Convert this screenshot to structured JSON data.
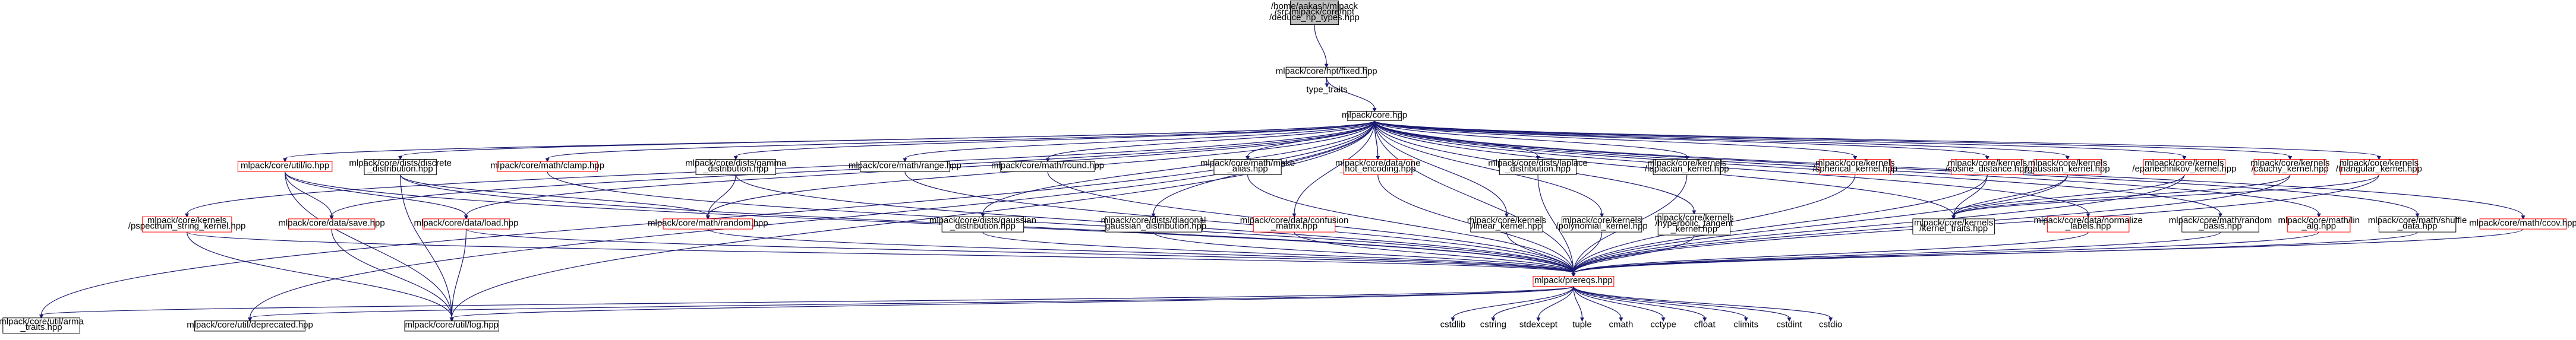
{
  "colors": {
    "edge": "#191970",
    "root_fill": "#bfbfbf",
    "node_stroke": "#000000",
    "unexpanded_stroke": "#ff0000",
    "system_text": "#000000"
  },
  "nodes": [
    {
      "id": "root",
      "lines": [
        "/home/aakash/mlpack",
        "/src/mlpack/core/hpt",
        "/deduce_hp_types.hpp"
      ],
      "kind": "root"
    },
    {
      "id": "fixed",
      "lines": [
        "mlpack/core/hpt/fixed.hpp"
      ],
      "kind": "normal"
    },
    {
      "id": "type_traits",
      "lines": [
        "type_traits"
      ],
      "kind": "system"
    },
    {
      "id": "core",
      "lines": [
        "mlpack/core.hpp"
      ],
      "kind": "normal"
    },
    {
      "id": "util_io",
      "lines": [
        "mlpack/core/util/io.hpp"
      ],
      "kind": "red"
    },
    {
      "id": "discrete",
      "lines": [
        "mlpack/core/dists/discrete",
        "_distribution.hpp"
      ],
      "kind": "normal"
    },
    {
      "id": "clamp",
      "lines": [
        "mlpack/core/math/clamp.hpp"
      ],
      "kind": "red"
    },
    {
      "id": "gamma",
      "lines": [
        "mlpack/core/dists/gamma",
        "_distribution.hpp"
      ],
      "kind": "normal"
    },
    {
      "id": "range",
      "lines": [
        "mlpack/core/math/range.hpp"
      ],
      "kind": "normal"
    },
    {
      "id": "round",
      "lines": [
        "mlpack/core/math/round.hpp"
      ],
      "kind": "normal"
    },
    {
      "id": "make_alias",
      "lines": [
        "mlpack/core/math/make",
        "_alias.hpp"
      ],
      "kind": "normal"
    },
    {
      "id": "one_hot",
      "lines": [
        "mlpack/core/data/one",
        "_hot_encoding.hpp"
      ],
      "kind": "red"
    },
    {
      "id": "laplace",
      "lines": [
        "mlpack/core/dists/laplace",
        "_distribution.hpp"
      ],
      "kind": "normal"
    },
    {
      "id": "laplacian",
      "lines": [
        "mlpack/core/kernels",
        "/laplacian_kernel.hpp"
      ],
      "kind": "normal"
    },
    {
      "id": "spherical",
      "lines": [
        "mlpack/core/kernels",
        "/spherical_kernel.hpp"
      ],
      "kind": "red"
    },
    {
      "id": "cosine",
      "lines": [
        "mlpack/core/kernels",
        "/cosine_distance.hpp"
      ],
      "kind": "red"
    },
    {
      "id": "gaussian_k",
      "lines": [
        "mlpack/core/kernels",
        "/gaussian_kernel.hpp"
      ],
      "kind": "red"
    },
    {
      "id": "epanechnikov",
      "lines": [
        "mlpack/core/kernels",
        "/epanechnikov_kernel.hpp"
      ],
      "kind": "red"
    },
    {
      "id": "cauchy",
      "lines": [
        "mlpack/core/kernels",
        "/cauchy_kernel.hpp"
      ],
      "kind": "red"
    },
    {
      "id": "triangular",
      "lines": [
        "mlpack/core/kernels",
        "/triangular_kernel.hpp"
      ],
      "kind": "red"
    },
    {
      "id": "pspectrum",
      "lines": [
        "mlpack/core/kernels",
        "/pspectrum_string_kernel.hpp"
      ],
      "kind": "red"
    },
    {
      "id": "save",
      "lines": [
        "mlpack/core/data/save.hpp"
      ],
      "kind": "red"
    },
    {
      "id": "load",
      "lines": [
        "mlpack/core/data/load.hpp"
      ],
      "kind": "red"
    },
    {
      "id": "random",
      "lines": [
        "mlpack/core/math/random.hpp"
      ],
      "kind": "red"
    },
    {
      "id": "gaussian_d",
      "lines": [
        "mlpack/core/dists/gaussian",
        "_distribution.hpp"
      ],
      "kind": "normal"
    },
    {
      "id": "diag_gauss",
      "lines": [
        "mlpack/core/dists/diagonal",
        "_gaussian_distribution.hpp"
      ],
      "kind": "normal"
    },
    {
      "id": "confusion",
      "lines": [
        "mlpack/core/data/confusion",
        "_matrix.hpp"
      ],
      "kind": "red"
    },
    {
      "id": "linear",
      "lines": [
        "mlpack/core/kernels",
        "/linear_kernel.hpp"
      ],
      "kind": "normal"
    },
    {
      "id": "polynomial",
      "lines": [
        "mlpack/core/kernels",
        "/polynomial_kernel.hpp"
      ],
      "kind": "normal"
    },
    {
      "id": "hyperbolic",
      "lines": [
        "mlpack/core/kernels",
        "/hyperbolic_tangent",
        "_kernel.hpp"
      ],
      "kind": "normal"
    },
    {
      "id": "kernel_traits",
      "lines": [
        "mlpack/core/kernels",
        "/kernel_traits.hpp"
      ],
      "kind": "normal"
    },
    {
      "id": "normalize",
      "lines": [
        "mlpack/core/data/normalize",
        "_labels.hpp"
      ],
      "kind": "red"
    },
    {
      "id": "random_basis",
      "lines": [
        "mlpack/core/math/random",
        "_basis.hpp"
      ],
      "kind": "normal"
    },
    {
      "id": "lin_alg",
      "lines": [
        "mlpack/core/math/lin",
        "_alg.hpp"
      ],
      "kind": "red"
    },
    {
      "id": "shuffle",
      "lines": [
        "mlpack/core/math/shuffle",
        "_data.hpp"
      ],
      "kind": "normal"
    },
    {
      "id": "ccov",
      "lines": [
        "mlpack/core/math/ccov.hpp"
      ],
      "kind": "red"
    },
    {
      "id": "prereqs",
      "lines": [
        "mlpack/prereqs.hpp"
      ],
      "kind": "red"
    },
    {
      "id": "arma_traits",
      "lines": [
        "mlpack/core/util/arma",
        "_traits.hpp"
      ],
      "kind": "normal"
    },
    {
      "id": "deprecated",
      "lines": [
        "mlpack/core/util/deprecated.hpp"
      ],
      "kind": "normal"
    },
    {
      "id": "log",
      "lines": [
        "mlpack/core/util/log.hpp"
      ],
      "kind": "normal"
    },
    {
      "id": "cstdlib",
      "lines": [
        "cstdlib"
      ],
      "kind": "system"
    },
    {
      "id": "cstring",
      "lines": [
        "cstring"
      ],
      "kind": "system"
    },
    {
      "id": "stdexcept",
      "lines": [
        "stdexcept"
      ],
      "kind": "system"
    },
    {
      "id": "tuple",
      "lines": [
        "tuple"
      ],
      "kind": "system"
    },
    {
      "id": "cmath",
      "lines": [
        "cmath"
      ],
      "kind": "system"
    },
    {
      "id": "cctype",
      "lines": [
        "cctype"
      ],
      "kind": "system"
    },
    {
      "id": "cfloat",
      "lines": [
        "cfloat"
      ],
      "kind": "system"
    },
    {
      "id": "climits",
      "lines": [
        "climits"
      ],
      "kind": "system"
    },
    {
      "id": "cstdint",
      "lines": [
        "cstdint"
      ],
      "kind": "system"
    },
    {
      "id": "cstdio",
      "lines": [
        "cstdio"
      ],
      "kind": "system"
    }
  ],
  "edges": [
    [
      "root",
      "fixed"
    ],
    [
      "fixed",
      "type_traits"
    ],
    [
      "fixed",
      "core"
    ],
    [
      "core",
      "util_io"
    ],
    [
      "core",
      "discrete"
    ],
    [
      "core",
      "clamp"
    ],
    [
      "core",
      "gamma"
    ],
    [
      "core",
      "range"
    ],
    [
      "core",
      "round"
    ],
    [
      "core",
      "make_alias"
    ],
    [
      "core",
      "one_hot"
    ],
    [
      "core",
      "laplace"
    ],
    [
      "core",
      "laplacian"
    ],
    [
      "core",
      "spherical"
    ],
    [
      "core",
      "cosine"
    ],
    [
      "core",
      "gaussian_k"
    ],
    [
      "core",
      "epanechnikov"
    ],
    [
      "core",
      "cauchy"
    ],
    [
      "core",
      "triangular"
    ],
    [
      "core",
      "pspectrum"
    ],
    [
      "core",
      "save"
    ],
    [
      "core",
      "load"
    ],
    [
      "core",
      "random"
    ],
    [
      "core",
      "gaussian_d"
    ],
    [
      "core",
      "diag_gauss"
    ],
    [
      "core",
      "confusion"
    ],
    [
      "core",
      "linear"
    ],
    [
      "core",
      "polynomial"
    ],
    [
      "core",
      "hyperbolic"
    ],
    [
      "core",
      "kernel_traits"
    ],
    [
      "core",
      "normalize"
    ],
    [
      "core",
      "random_basis"
    ],
    [
      "core",
      "lin_alg"
    ],
    [
      "core",
      "shuffle"
    ],
    [
      "core",
      "ccov"
    ],
    [
      "core",
      "prereqs"
    ],
    [
      "core",
      "arma_traits"
    ],
    [
      "core",
      "deprecated"
    ],
    [
      "core",
      "log"
    ],
    [
      "one_hot",
      "core"
    ],
    [
      "util_io",
      "save"
    ],
    [
      "util_io",
      "load"
    ],
    [
      "util_io",
      "prereqs"
    ],
    [
      "util_io",
      "log"
    ],
    [
      "discrete",
      "random"
    ],
    [
      "discrete",
      "prereqs"
    ],
    [
      "discrete",
      "log"
    ],
    [
      "clamp",
      "prereqs"
    ],
    [
      "gamma",
      "random"
    ],
    [
      "gamma",
      "prereqs"
    ],
    [
      "range",
      "prereqs"
    ],
    [
      "round",
      "prereqs"
    ],
    [
      "make_alias",
      "prereqs"
    ],
    [
      "one_hot",
      "prereqs"
    ],
    [
      "laplace",
      "prereqs"
    ],
    [
      "laplacian",
      "prereqs"
    ],
    [
      "spherical",
      "prereqs"
    ],
    [
      "cosine",
      "prereqs"
    ],
    [
      "cosine",
      "kernel_traits"
    ],
    [
      "gaussian_k",
      "kernel_traits"
    ],
    [
      "gaussian_k",
      "prereqs"
    ],
    [
      "epanechnikov",
      "kernel_traits"
    ],
    [
      "epanechnikov",
      "prereqs"
    ],
    [
      "cauchy",
      "kernel_traits"
    ],
    [
      "cauchy",
      "prereqs"
    ],
    [
      "triangular",
      "kernel_traits"
    ],
    [
      "triangular",
      "prereqs"
    ],
    [
      "pspectrum",
      "prereqs"
    ],
    [
      "pspectrum",
      "log"
    ],
    [
      "save",
      "log"
    ],
    [
      "load",
      "log"
    ],
    [
      "load",
      "prereqs"
    ],
    [
      "random",
      "prereqs"
    ],
    [
      "gaussian_d",
      "prereqs"
    ],
    [
      "diag_gauss",
      "prereqs"
    ],
    [
      "confusion",
      "prereqs"
    ],
    [
      "linear",
      "prereqs"
    ],
    [
      "polynomial",
      "prereqs"
    ],
    [
      "hyperbolic",
      "prereqs"
    ],
    [
      "normalize",
      "prereqs"
    ],
    [
      "random_basis",
      "prereqs"
    ],
    [
      "lin_alg",
      "prereqs"
    ],
    [
      "shuffle",
      "prereqs"
    ],
    [
      "ccov",
      "prereqs"
    ],
    [
      "prereqs",
      "arma_traits"
    ],
    [
      "prereqs",
      "deprecated"
    ],
    [
      "prereqs",
      "log"
    ],
    [
      "prereqs",
      "cstdlib"
    ],
    [
      "prereqs",
      "cstring"
    ],
    [
      "prereqs",
      "stdexcept"
    ],
    [
      "prereqs",
      "tuple"
    ],
    [
      "prereqs",
      "cmath"
    ],
    [
      "prereqs",
      "cctype"
    ],
    [
      "prereqs",
      "cfloat"
    ],
    [
      "prereqs",
      "climits"
    ],
    [
      "prereqs",
      "cstdint"
    ],
    [
      "prereqs",
      "cstdio"
    ]
  ]
}
